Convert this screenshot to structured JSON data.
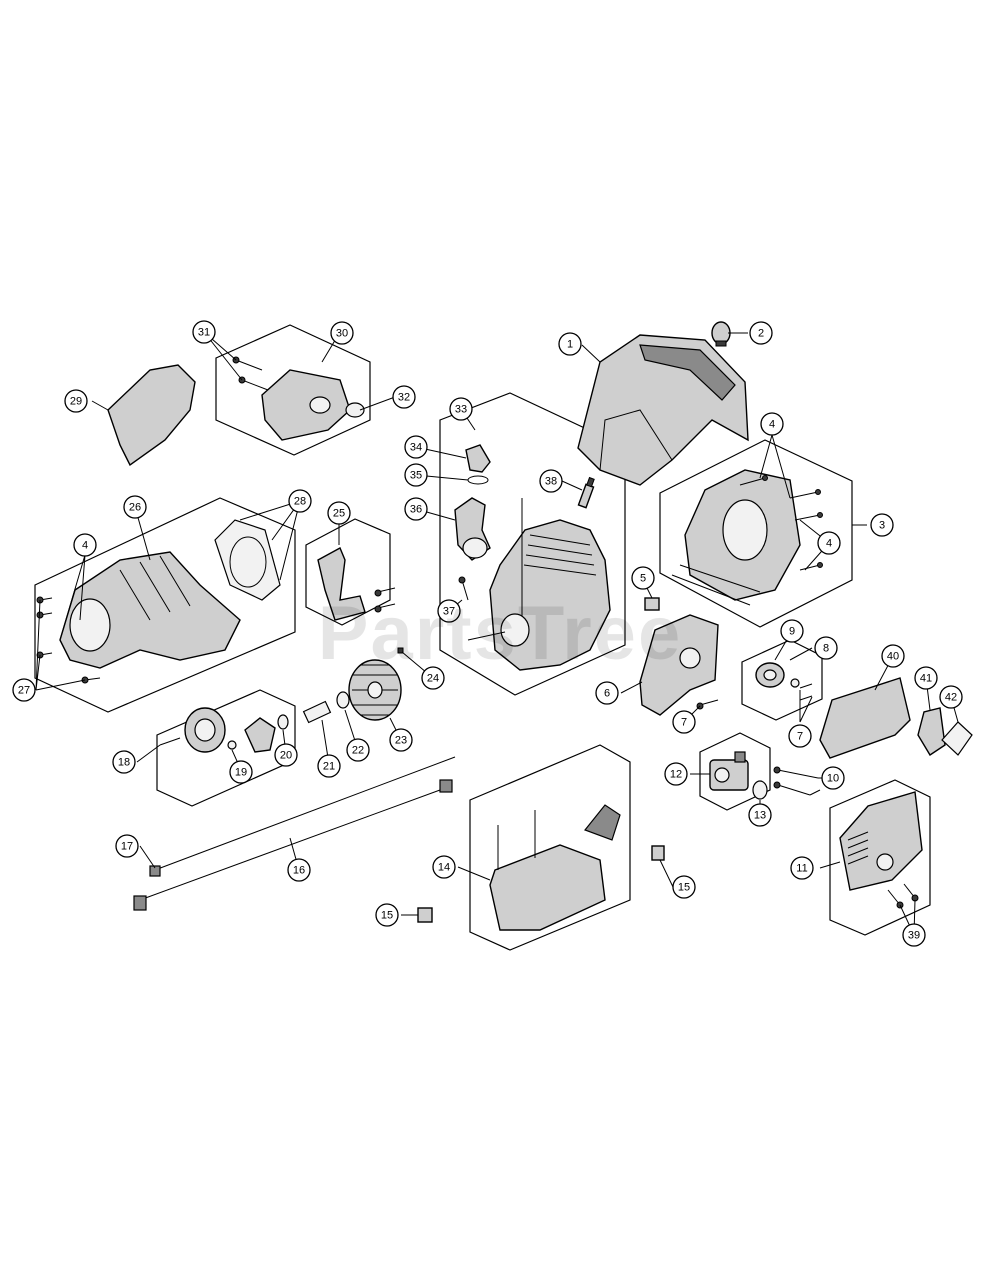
{
  "watermark": "PartsTree",
  "callouts": [
    {
      "label": "1"
    },
    {
      "label": "2"
    },
    {
      "label": "3"
    },
    {
      "label": "4"
    },
    {
      "label": "4"
    },
    {
      "label": "4"
    },
    {
      "label": "5"
    },
    {
      "label": "6"
    },
    {
      "label": "7"
    },
    {
      "label": "7"
    },
    {
      "label": "8"
    },
    {
      "label": "9"
    },
    {
      "label": "10"
    },
    {
      "label": "11"
    },
    {
      "label": "12"
    },
    {
      "label": "13"
    },
    {
      "label": "14"
    },
    {
      "label": "15"
    },
    {
      "label": "15"
    },
    {
      "label": "16"
    },
    {
      "label": "17"
    },
    {
      "label": "18"
    },
    {
      "label": "19"
    },
    {
      "label": "20"
    },
    {
      "label": "21"
    },
    {
      "label": "22"
    },
    {
      "label": "23"
    },
    {
      "label": "24"
    },
    {
      "label": "25"
    },
    {
      "label": "26"
    },
    {
      "label": "27"
    },
    {
      "label": "28"
    },
    {
      "label": "29"
    },
    {
      "label": "30"
    },
    {
      "label": "31"
    },
    {
      "label": "32"
    },
    {
      "label": "33"
    },
    {
      "label": "34"
    },
    {
      "label": "35"
    },
    {
      "label": "36"
    },
    {
      "label": "37"
    },
    {
      "label": "38"
    },
    {
      "label": "39"
    },
    {
      "label": "40"
    },
    {
      "label": "41"
    },
    {
      "label": "42"
    }
  ]
}
